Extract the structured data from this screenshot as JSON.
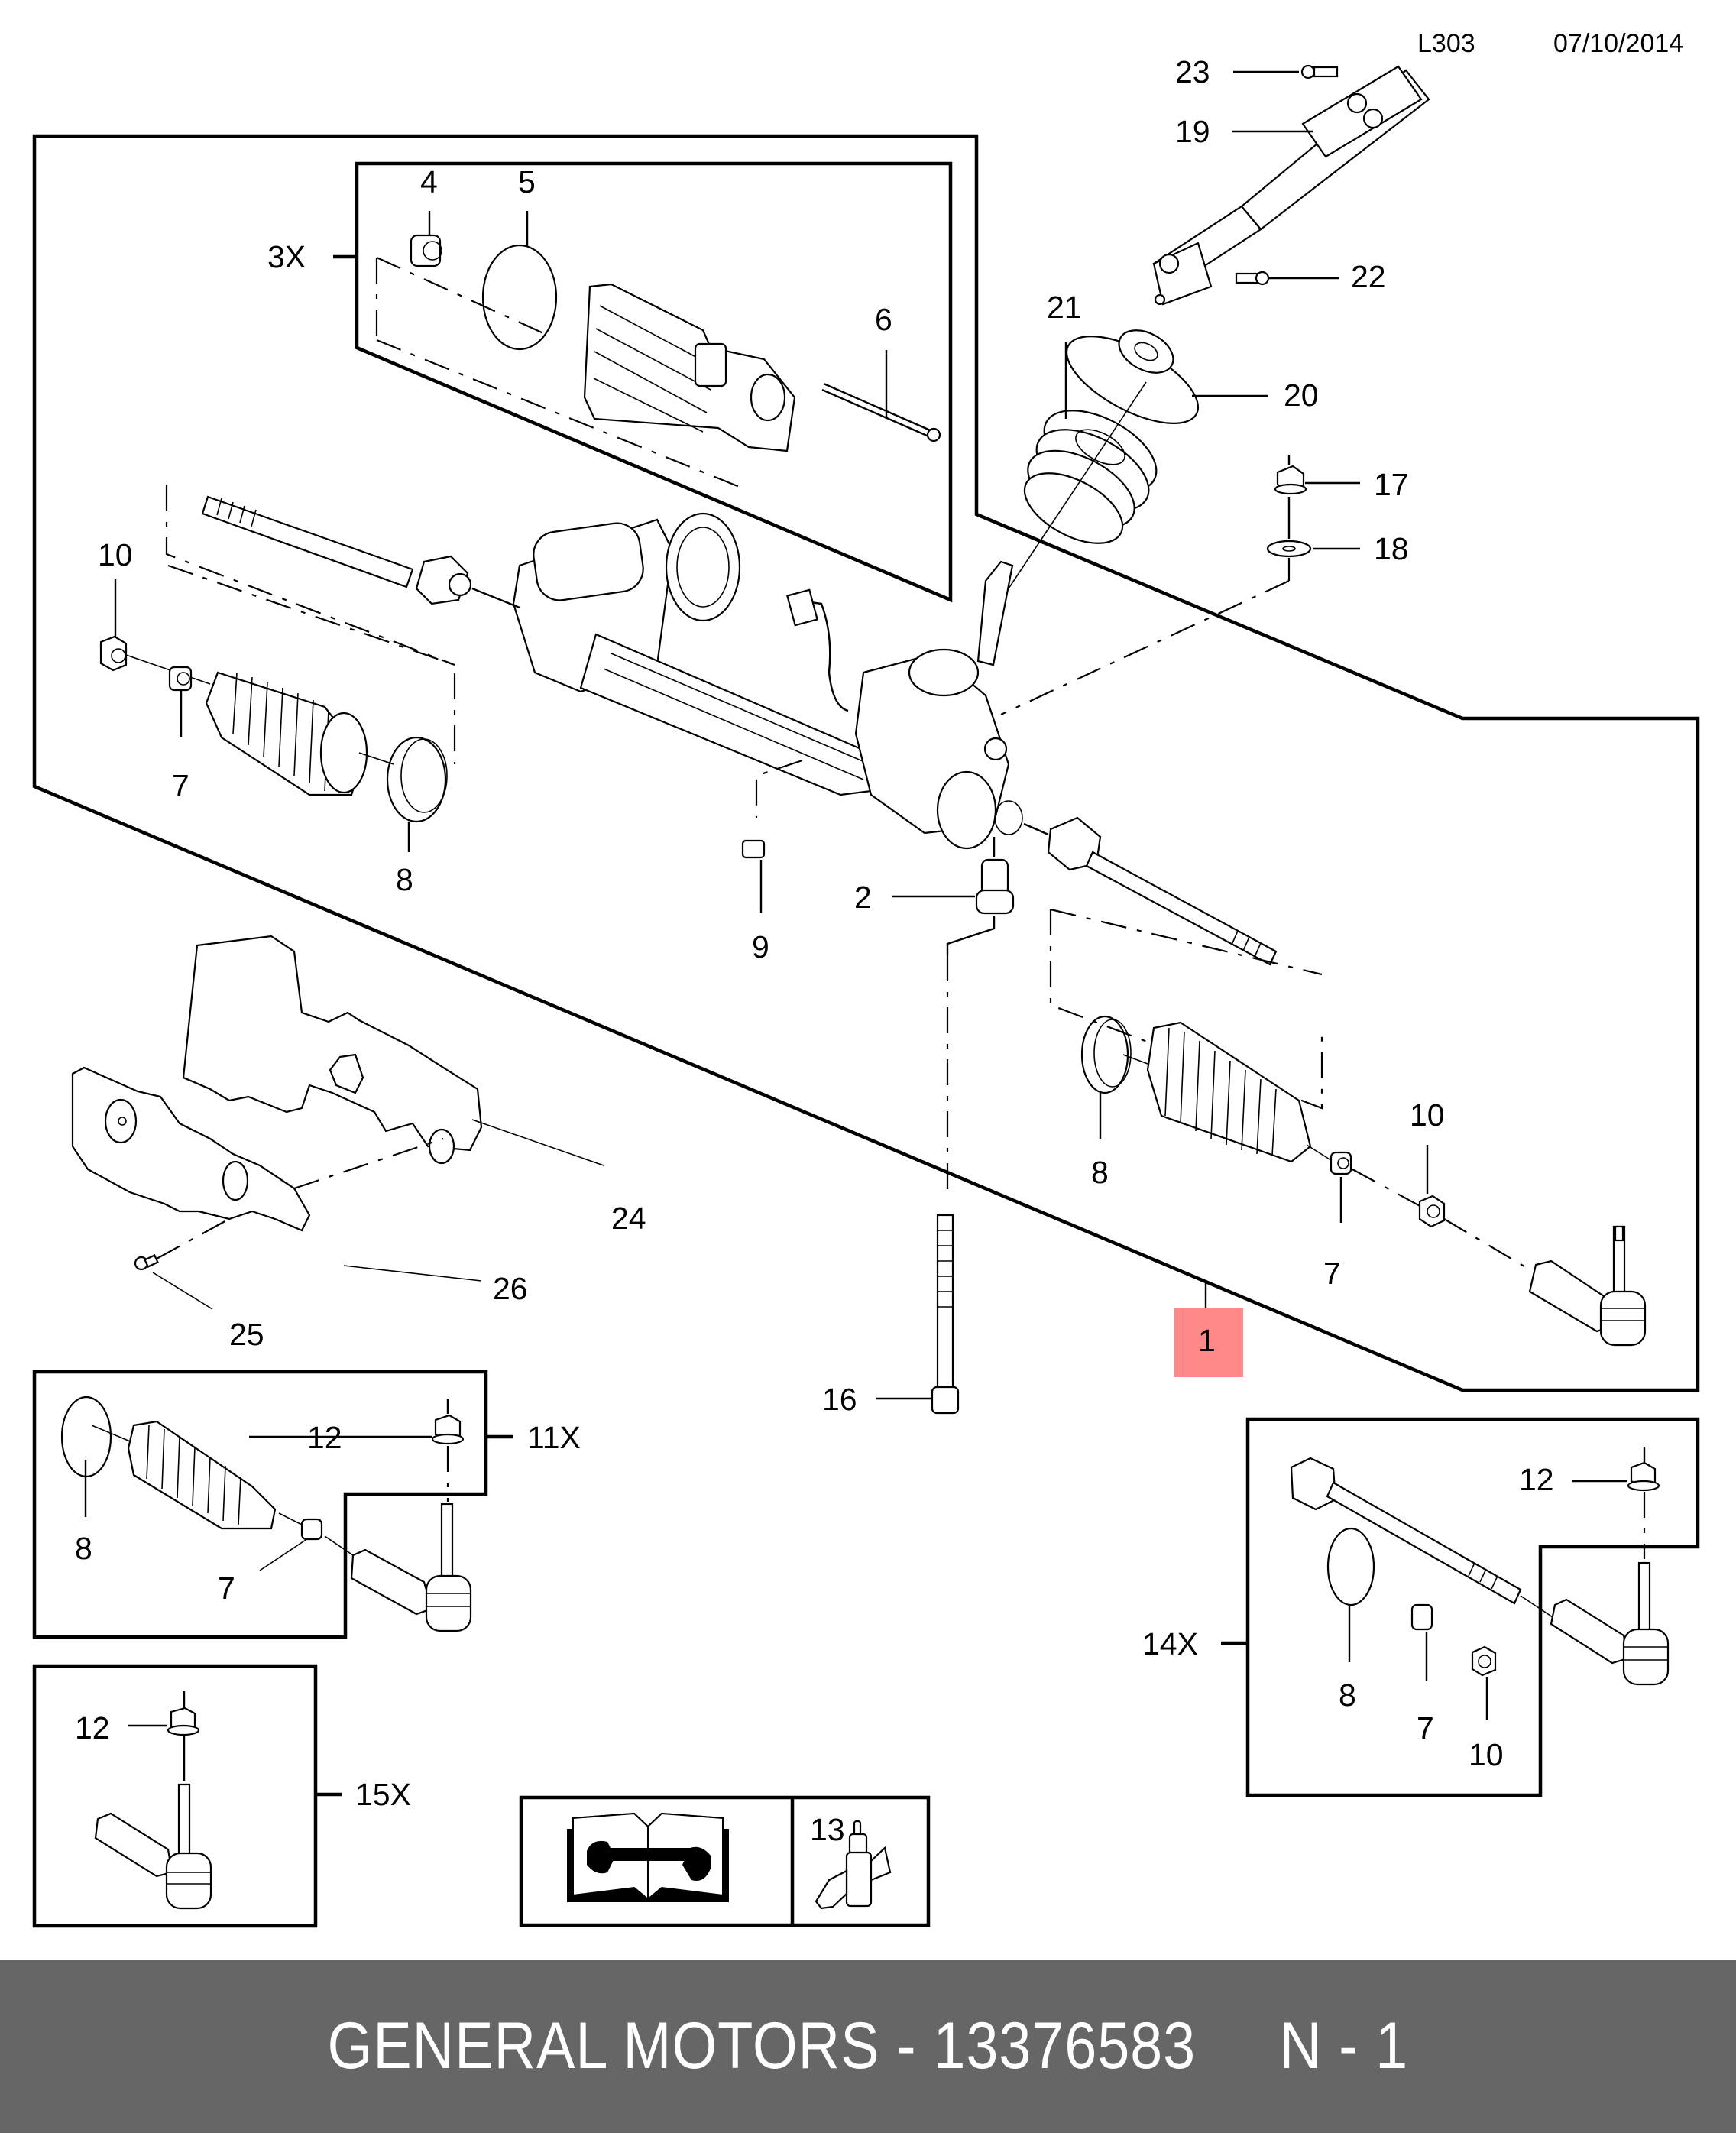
{
  "header": {
    "diagram_code": "L303",
    "date": "07/10/2014"
  },
  "highlight": {
    "callout": "1",
    "fill_color": "#ff8888",
    "text_color": "#7a0000"
  },
  "callouts": {
    "c1": "1",
    "c2": "2",
    "c3x": "3X",
    "c4": "4",
    "c5": "5",
    "c6": "6",
    "c7_left": "7",
    "c7_right": "7",
    "c7_11x": "7",
    "c7_14x": "7",
    "c8_left": "8",
    "c8_right": "8",
    "c8_11x": "8",
    "c8_14x": "8",
    "c9": "9",
    "c10_left": "10",
    "c10_right": "10",
    "c10_14x": "10",
    "c11x": "11X",
    "c12_11x": "12",
    "c12_14x": "12",
    "c12_15x": "12",
    "c13": "13",
    "c14x": "14X",
    "c15x": "15X",
    "c16": "16",
    "c17": "17",
    "c18": "18",
    "c19": "19",
    "c20": "20",
    "c21": "21",
    "c22": "22",
    "c23": "23",
    "c24": "24",
    "c25": "25",
    "c26": "26"
  },
  "icons": {
    "manual": "service-manual-wrench-icon",
    "adhesive": "threadlocker-bottle-icon"
  },
  "footer": {
    "text": "GENERAL MOTORS - 13376583     N - 1",
    "background": "#666666"
  }
}
